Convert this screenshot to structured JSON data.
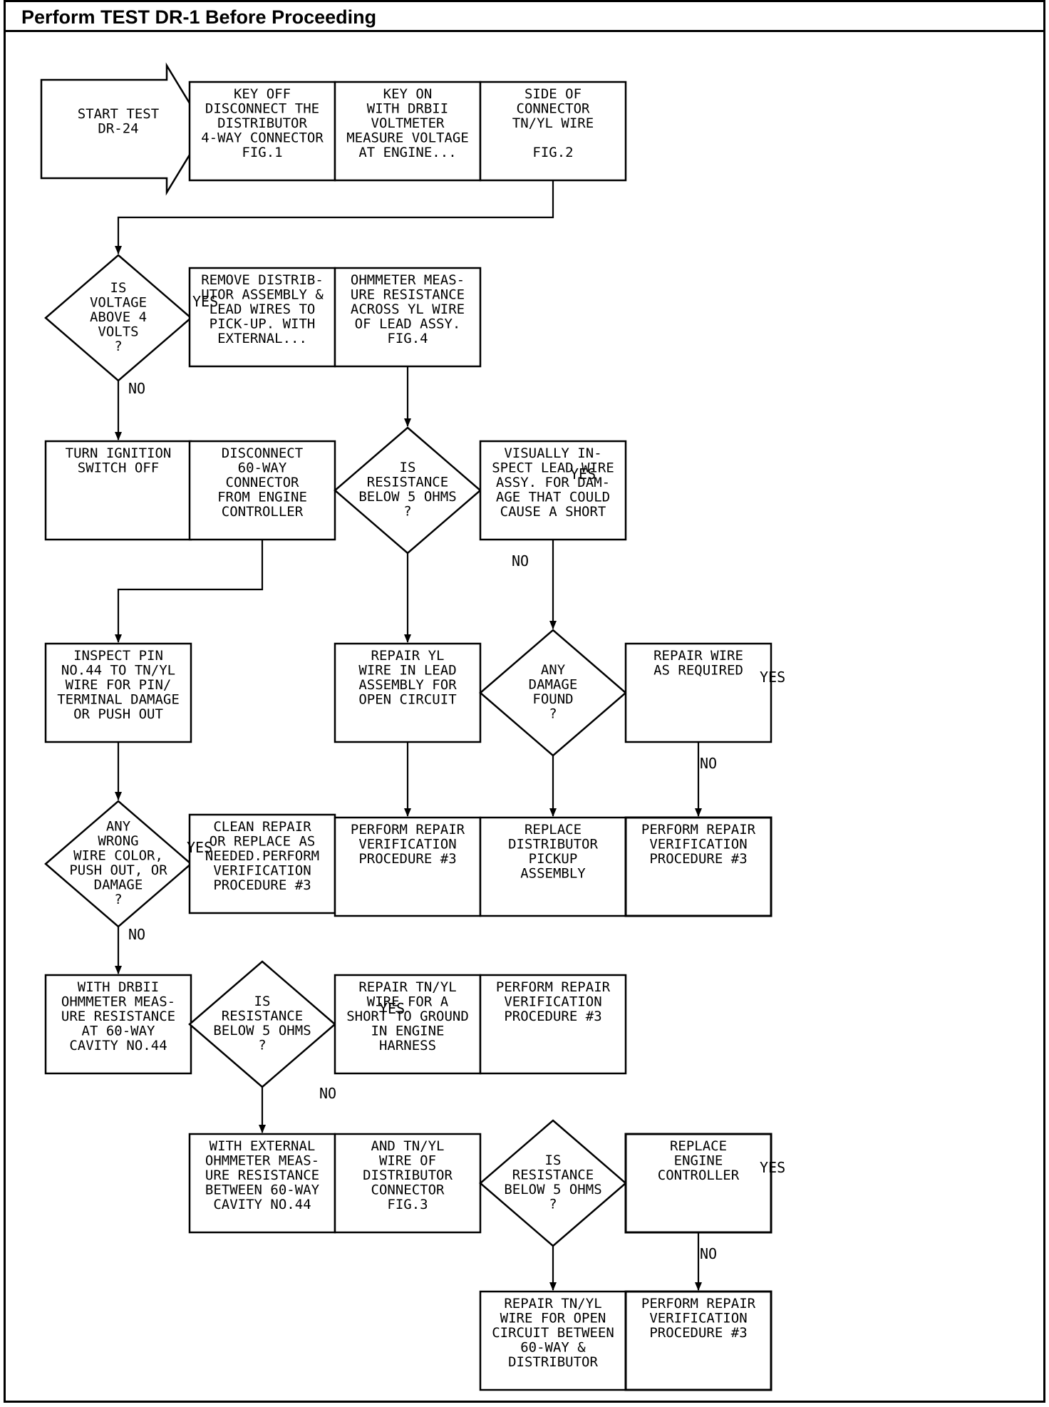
{
  "header": "Perform TEST DR-1 Before Proceeding",
  "nodes": {
    "start": [
      "START TEST",
      "DR-24"
    ],
    "key_off": [
      "KEY OFF",
      "DISCONNECT THE",
      "DISTRIBUTOR",
      "4-WAY CONNECTOR",
      "FIG.1"
    ],
    "key_on": [
      "KEY ON",
      "WITH DRBII",
      "VOLTMETER",
      "MEASURE VOLTAGE",
      "AT ENGINE..."
    ],
    "side_of": [
      "SIDE OF",
      "CONNECTOR",
      "TN/YL WIRE",
      "",
      "FIG.2"
    ],
    "q_voltage": [
      "IS",
      "VOLTAGE",
      "ABOVE 4",
      "VOLTS",
      "?"
    ],
    "remove_dist": [
      "REMOVE DISTRIB-",
      "UTOR ASSEMBLY &",
      "LEAD WIRES TO",
      "PICK-UP. WITH",
      "EXTERNAL..."
    ],
    "ohm_lead": [
      "OHMMETER MEAS-",
      "URE RESISTANCE",
      "ACROSS YL WIRE",
      "OF LEAD ASSY.",
      "FIG.4"
    ],
    "turn_ign": [
      "TURN IGNITION",
      "SWITCH OFF"
    ],
    "disc_60": [
      "DISCONNECT",
      "60-WAY",
      "CONNECTOR",
      "FROM ENGINE",
      "CONTROLLER"
    ],
    "q_res1": [
      "IS",
      "RESISTANCE",
      "BELOW 5 OHMS",
      "?"
    ],
    "visual": [
      "VISUALLY IN-",
      "SPECT LEAD WIRE",
      "ASSY. FOR DAM-",
      "AGE THAT COULD",
      "CAUSE A SHORT"
    ],
    "inspect_pin": [
      "INSPECT PIN",
      "NO.44 TO TN/YL",
      "WIRE FOR PIN/",
      "TERMINAL DAMAGE",
      "OR PUSH OUT"
    ],
    "repair_yl": [
      "REPAIR YL",
      "WIRE IN LEAD",
      "ASSEMBLY FOR",
      "OPEN CIRCUIT"
    ],
    "q_damage": [
      "ANY",
      "DAMAGE",
      "FOUND",
      "?"
    ],
    "repair_wire": [
      "REPAIR WIRE",
      "AS REQUIRED"
    ],
    "q_wrong": [
      "ANY",
      "WRONG",
      "WIRE COLOR,",
      "PUSH OUT, OR",
      "DAMAGE",
      "?"
    ],
    "clean_repair": [
      "CLEAN REPAIR",
      "OR REPLACE AS",
      "NEEDED.PERFORM",
      "VERIFICATION",
      "PROCEDURE #3"
    ],
    "perf1": [
      "PERFORM REPAIR",
      "VERIFICATION",
      "PROCEDURE #3"
    ],
    "replace_dist": [
      "REPLACE",
      "DISTRIBUTOR",
      "PICKUP",
      "ASSEMBLY"
    ],
    "perf2": [
      "PERFORM REPAIR",
      "VERIFICATION",
      "PROCEDURE #3"
    ],
    "with_drbii": [
      "WITH DRBII",
      "OHMMETER MEAS-",
      "URE RESISTANCE",
      "AT 60-WAY",
      "CAVITY NO.44"
    ],
    "q_res2": [
      "IS",
      "RESISTANCE",
      "BELOW 5 OHMS",
      "?"
    ],
    "repair_short": [
      "REPAIR TN/YL",
      "WIRE FOR A",
      "SHORT TO GROUND",
      "IN ENGINE",
      "HARNESS"
    ],
    "perf3": [
      "PERFORM REPAIR",
      "VERIFICATION",
      "PROCEDURE #3"
    ],
    "with_ext": [
      "WITH EXTERNAL",
      "OHMMETER MEAS-",
      "URE RESISTANCE",
      "BETWEEN 60-WAY",
      "CAVITY NO.44"
    ],
    "and_tnyl": [
      "AND TN/YL",
      "WIRE OF",
      "DISTRIBUTOR",
      "CONNECTOR",
      "FIG.3"
    ],
    "q_res3": [
      "IS",
      "RESISTANCE",
      "BELOW 5 OHMS",
      "?"
    ],
    "replace_ctrl": [
      "REPLACE",
      "ENGINE",
      "CONTROLLER"
    ],
    "repair_open": [
      "REPAIR TN/YL",
      "WIRE FOR OPEN",
      "CIRCUIT BETWEEN",
      "60-WAY &",
      "DISTRIBUTOR"
    ],
    "perf4": [
      "PERFORM REPAIR",
      "VERIFICATION",
      "PROCEDURE #3"
    ]
  },
  "labels": {
    "yes": "YES",
    "no": "NO"
  }
}
